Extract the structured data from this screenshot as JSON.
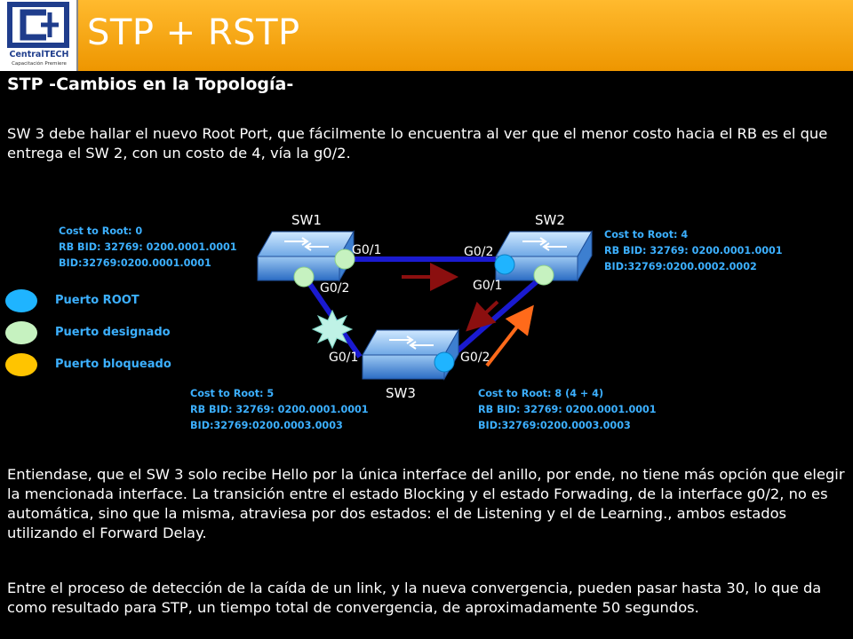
{
  "header": {
    "title": "STP + RSTP",
    "logo_brand": "CentralTECH",
    "logo_tagline": "Capacitación Premiere"
  },
  "subtitle": "STP -Cambios en la Topología-",
  "paragraphs": {
    "p1": "SW 3 debe hallar el nuevo Root Port, que fácilmente lo encuentra al ver que el menor costo hacia el RB es el que entrega el SW 2, con un costo de 4, vía la g0/2.",
    "p2": "Entiendase, que el SW 3 solo recibe Hello por la única interface del anillo, por ende, no tiene más opción que elegir la mencionada interface. La transición entre el estado Blocking y el estado Forwading, de la interface g0/2, no es automática, sino que la misma, atraviesa por dos estados: el de Listening y el de Learning., ambos estados utilizando el Forward Delay.",
    "p3": "Entre el proceso de detección de la caída de un link, y la nueva convergencia, pueden pasar hasta 30, lo que da como resultado para STP, un tiempo total de convergencia, de aproximadamente 50 segundos."
  },
  "switches": {
    "sw1": "SW1",
    "sw2": "SW2",
    "sw3": "SW3"
  },
  "ports": {
    "sw1_g01": "G0/1",
    "sw1_g02": "G0/2",
    "sw2_g02": "G0/2",
    "sw2_g01": "G0/1",
    "sw3_g01": "G0/1",
    "sw3_g02": "G0/2"
  },
  "info_boxes": {
    "sw1": {
      "cost": "Cost to Root: 0",
      "rb_bid": "RB BID: 32769: 0200.0001.0001",
      "bid": "BID:32769:0200.0001.0001"
    },
    "sw2": {
      "cost": "Cost to Root: 4",
      "rb_bid": "RB BID: 32769: 0200.0001.0001",
      "bid": "BID:32769:0200.0002.0002"
    },
    "sw3_left": {
      "cost": "Cost to Root: 5",
      "rb_bid": "RB BID: 32769: 0200.0001.0001",
      "bid": "BID:32769:0200.0003.0003"
    },
    "sw3_right": {
      "cost": "Cost to Root: 8 (4 + 4)",
      "rb_bid": "RB BID: 32769: 0200.0001.0001",
      "bid": "BID:32769:0200.0003.0003"
    }
  },
  "legend": {
    "root": "Puerto ROOT",
    "designated": "Puerto designado",
    "blocked": "Puerto bloqueado"
  },
  "colors": {
    "header": "#f5a617",
    "root_port": "#1fb4ff",
    "designated_port": "#c6f2c0",
    "blocked_port": "#ffc400",
    "link": "#1a1ad0",
    "info_text": "#3cb0ff",
    "arrow_dark": "#8b0f0f",
    "arrow_orange": "#ff6a1a"
  },
  "icons": {
    "switch": "network-switch-icon",
    "link_failure": "explosion-icon"
  }
}
